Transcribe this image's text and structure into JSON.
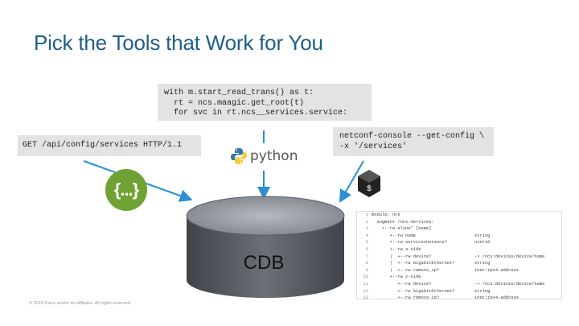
{
  "slide": {
    "title": "Pick the Tools that Work for You",
    "python_code": "with m.start_read_trans() as t:\n  rt = ncs.maagic.get_root(t)\n  for svc in rt.ncs__services.service:",
    "rest_request": "GET /api/config/services HTTP/1.1",
    "netconf_command": "netconf-console --get-config \\\n-x '/services'",
    "python_logo_text": "python",
    "json_badge_text": "{...}",
    "db_label": "CDB",
    "footer": "© 2018  Cisco and/or its affiliates. All rights reserved.",
    "colors": {
      "title": "#1f5f86",
      "arrow": "#2a8fd6",
      "json_badge": "#6ea232",
      "db_top": "#9aa0a6",
      "db_body": "#5f6368"
    },
    "icons": [
      "json-icon",
      "python-icon",
      "terminal-icon",
      "database-icon"
    ]
  },
  "yang_listing": [
    {
      "n": "1",
      "left": "module: ncs",
      "right": ""
    },
    {
      "n": "2",
      "left": "  augment /ncs:services:",
      "right": ""
    },
    {
      "n": "3",
      "left": "    +--rw eline* [name]",
      "right": ""
    },
    {
      "n": "4",
      "left": "       +--rw name",
      "right": "string"
    },
    {
      "n": "5",
      "left": "       +--rw serviceinstance?",
      "right": "uint16"
    },
    {
      "n": "6",
      "left": "       +--rw a-side",
      "right": ""
    },
    {
      "n": "7",
      "left": "       |  +--rw device?",
      "right": "-> /ncs:devices/device/name"
    },
    {
      "n": "8",
      "left": "       |  +--rw GigabitEthernet?",
      "right": "string"
    },
    {
      "n": "9",
      "left": "       |  +--rw remote_ip?",
      "right": "inet:ipv4-address"
    },
    {
      "n": "10",
      "left": "       +--rw z-side",
      "right": ""
    },
    {
      "n": "11",
      "left": "          +--rw device?",
      "right": "-> /ncs:devices/device/name"
    },
    {
      "n": "12",
      "left": "          +--rw GigabitEthernet?",
      "right": "string"
    },
    {
      "n": "13",
      "left": "          +--rw remote-ip?",
      "right": "inet:ipv4-address"
    }
  ]
}
